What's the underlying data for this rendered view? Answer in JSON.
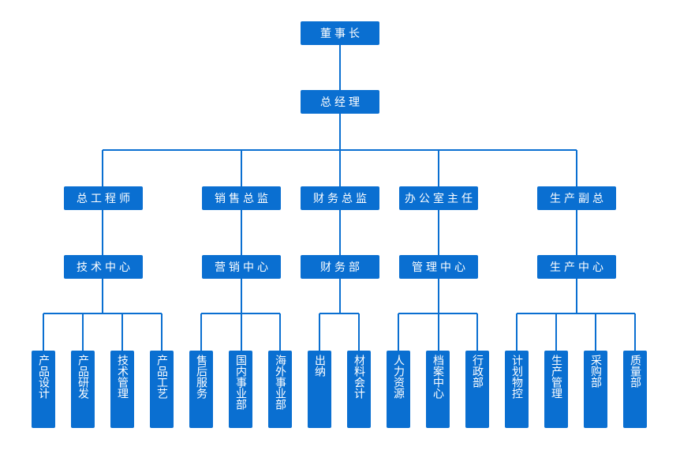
{
  "colors": {
    "node": "#0a6fd1",
    "line": "#0a6fd1"
  },
  "chairman": "董事长",
  "general_manager": "总经理",
  "branches": [
    {
      "head": "总工程师",
      "center": "技术中心",
      "units": [
        "产品设计",
        "产品研发",
        "技术管理",
        "产品工艺"
      ]
    },
    {
      "head": "销售总监",
      "center": "营销中心",
      "units": [
        "售后服务",
        "国内事业部",
        "海外事业部"
      ]
    },
    {
      "head": "财务总监",
      "center": "财务部",
      "units": [
        "出纳",
        "材料会计"
      ]
    },
    {
      "head": "办公室主任",
      "center": "管理中心",
      "units": [
        "人力资源",
        "档案中心",
        "行政部"
      ]
    },
    {
      "head": "生产副总",
      "center": "生产中心",
      "units": [
        "计划物控",
        "生产管理",
        "采购部",
        "质量部"
      ]
    }
  ]
}
